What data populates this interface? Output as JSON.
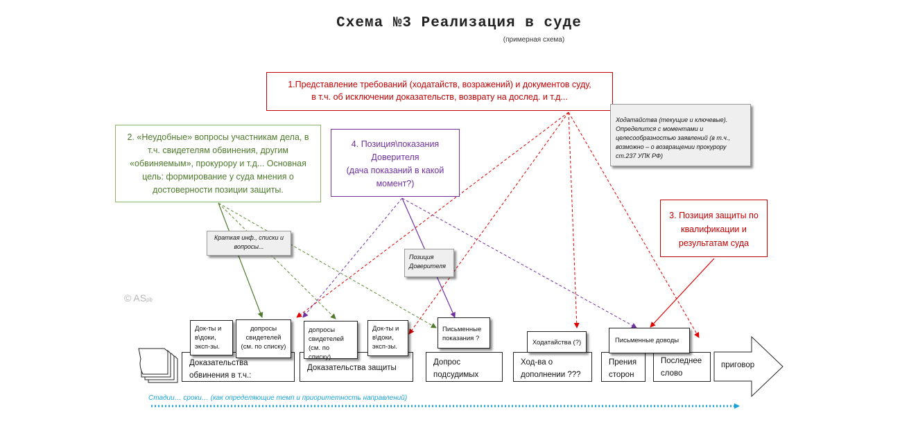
{
  "title": "Схема №3 Реализация в суде",
  "subtitle": "(примерная схема)",
  "boxes": {
    "b1_line1": "1.Представление требований (ходатайств, возражений) и документов суду,",
    "b1_line2": "в т.ч. об исключении доказательств, возврату на дослед. и т.д...",
    "b2": "2. «Неудобные» вопросы участникам дела, в т.ч. свидетелям обвинения, другим «обвиняемым», прокурору и т.д... Основная цель: формирование у суда мнения о достоверности позиции защиты.",
    "b3": "3. Позиция защиты по квалификации и результатам суда",
    "b4_line1": "4. Позиция\\показания",
    "b4_line2": "Доверителя",
    "b4_line3": "(дача показаний в какой момент?)",
    "note_motions": "Ходатайства (текущие и ключевые). Определится с моментами и целесообразностью заявлений (в т.ч., возможно – о возвращении прокурору ст.237 УПК РФ)",
    "note_brief": "Краткая инф., списки и вопросы...",
    "note_client": "Позиция Доверителя"
  },
  "stages": {
    "prosecution_evidence": "Доказательства обвинения в т.ч.:",
    "defense_evidence": "Доказательства защиты",
    "defendant_interrogation": "Допрос подсудимых",
    "motion_supplement": "Ход-ва о дополнении ???",
    "debates": "Прения сторон",
    "last_word": "Последнее слово",
    "verdict": "приговор"
  },
  "sub_boxes": {
    "docs_expert_1": "Док-ты и в\\доки, эксп-зы.",
    "witness_q_1": "допросы свидетелей (см. по списку)",
    "witness_q_2": "допросы свидетелей (см. по списку)",
    "docs_expert_2": "Док-ты и в\\доки, эксп-зы.",
    "written_testimony": "Письменные показания ?",
    "motions_q": "Ходатайства (?)",
    "written_arguments": "Письменные доводы"
  },
  "timeline_label": "Стадии… сроки… (как определяющие темп и приоритетность направлений)",
  "copyright": "© AS",
  "copyright_sub": "pb",
  "colors": {
    "red": "#e00000",
    "green": "#5a8a32",
    "purple": "#7030a0",
    "blue": "#1aa3d9"
  }
}
